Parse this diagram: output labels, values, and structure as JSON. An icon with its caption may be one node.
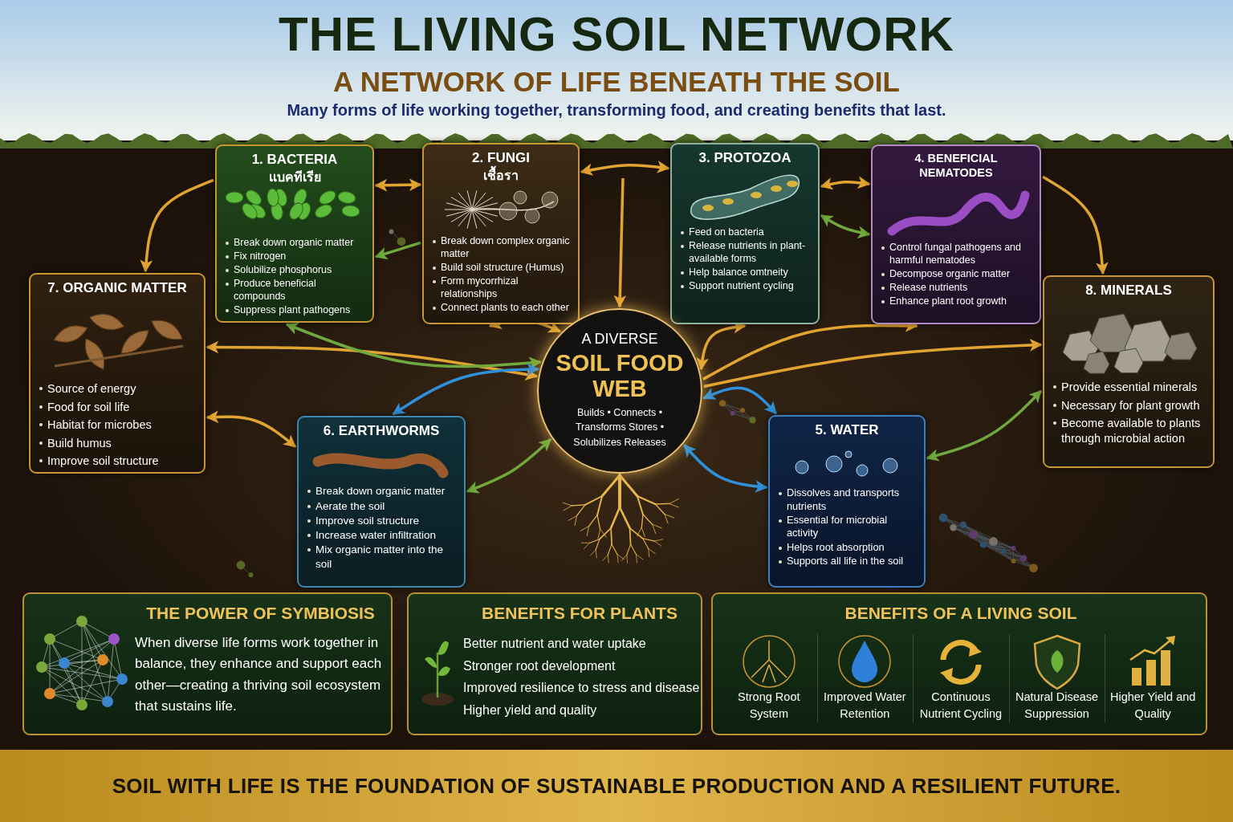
{
  "diagram": {
    "title": "THE LIVING SOIL NETWORK",
    "nodes": [
      {
        "text": [
          "1. BACTERIA",
          "แบคทีเรีย",
          "Break down organic matter",
          "Fix nitrogen",
          "Solubilize phosphorus",
          "Produce beneficial compounds",
          "Suppress plant pathogens"
        ]
      },
      {
        "text": [
          "2. FUNGI",
          "เชื้อรา",
          "Break down complex organic matter",
          "Build soil structure (Humus)",
          "Form mycorrhizal relationships",
          "Connect plants to each other"
        ]
      },
      {
        "text": [
          "3. PROTOZOA",
          "Feed on bacteria",
          "Release nutrients in plant-available forms",
          "Help balance omtneity",
          "Support nutrient cycling"
        ]
      },
      {
        "text": [
          "4. BENEFICIAL NEMATODES",
          "Control fungal pathogens and harmful nematodes",
          "Decompose organic matter",
          "Release nutrients",
          "Enhance plant root growth"
        ]
      },
      {
        "text": [
          "7. ORGANIC MATTER",
          "Source of energy",
          "Food for soil life",
          "Habitat for microbes",
          "Build humus",
          "Improve soil structure"
        ]
      },
      {
        "text": [
          "A DIVERSE",
          "SOIL FOOD WEB",
          "Builds • Connects • Transforms Stores • Solubilizes Releases"
        ]
      },
      {
        "text": [
          "8. MINERALS",
          "Provide essential minerals",
          "Necessary for plant growth",
          "Become available to plants through microbial action"
        ]
      },
      {
        "text": [
          "6. EARTHWORMS",
          "Break down organic matter",
          "Aerate the soil",
          "Improve soil structure",
          "Increase water infiltration",
          "Mix organic matter into the soil"
        ]
      },
      {
        "text": [
          "5. WATER",
          "Dissolves and transports nutrients",
          "Essential for microbial activity",
          "Helps root absorption",
          "Supports all life in the soil"
        ]
      },
      {
        "text": [
          "THE POWER OF SYMBIOSIS",
          "When diverse life forms work together in balance, they enhance and support each other—creating a thriving soil ecosystem that sustains life."
        ]
      },
      {
        "text": [
          "BENEFITS FOR PLANTS",
          "Better nutrient and water uptake",
          "Stronger root development",
          "Improved resilience to stress and disease",
          "Higher yield and quality"
        ]
      },
      {
        "text": [
          "BENEFITS OF A LIVING SOIL",
          "Strong Root System",
          "Improved Water Retention",
          "Continuous Nutrient Cycling",
          "Natural Disease Suppression",
          "Higher Yield and Quality"
        ]
      },
      {
        "text": [
          "SOIL WITH LIFE IS THE FOUNDATION OF SUSTAINABLE PRODUCTION AND A RESILIENT FUTURE."
        ]
      }
    ],
    "edges": [
      {
        "from": 0,
        "to": 1,
        "arrow": "both"
      },
      {
        "from": 1,
        "to": 2,
        "arrow": "both"
      },
      {
        "from": null,
        "to": 5,
        "arrow": "to"
      },
      {
        "from": 2,
        "to": 3,
        "arrow": "both"
      },
      {
        "from": 2,
        "to": 3,
        "arrow": "both",
        "color": "#6fa83c"
      },
      {
        "from": 3,
        "to": 6,
        "arrow": "to"
      },
      {
        "from": 0,
        "to": 4,
        "arrow": "to"
      },
      {
        "from": 1,
        "to": 0,
        "arrow": "to",
        "color": "#6fa83c"
      },
      {
        "from": 4,
        "to": 5,
        "arrow": "both"
      },
      {
        "from": 0,
        "to": 5,
        "arrow": "both",
        "color": "#6fa83c"
      },
      {
        "from": 5,
        "to": 7,
        "arrow": "both",
        "color": "#2f8fd8"
      },
      {
        "from": 4,
        "to": 7,
        "arrow": "both"
      },
      {
        "from": 7,
        "to": 5,
        "arrow": "both",
        "color": "#6fa83c"
      },
      {
        "from": 1,
        "to": 5,
        "arrow": "both"
      },
      {
        "from": 5,
        "to": 2,
        "arrow": "both"
      },
      {
        "from": 5,
        "to": 3,
        "arrow": "to"
      },
      {
        "from": 5,
        "to": 6,
        "arrow": "to"
      },
      {
        "from": 5,
        "to": 8,
        "arrow": "both",
        "color": "#2f8fd8"
      },
      {
        "from": 5,
        "to": 8,
        "arrow": "both",
        "color": "#2f8fd8"
      },
      {
        "from": 6,
        "to": 8,
        "arrow": "both",
        "color": "#6fa83c"
      }
    ],
    "labels": [
      "A NETWORK OF LIFE BENEATH THE SOIL",
      "Many forms of life working together, transforming food, and creating benefits that last."
    ]
  }
}
